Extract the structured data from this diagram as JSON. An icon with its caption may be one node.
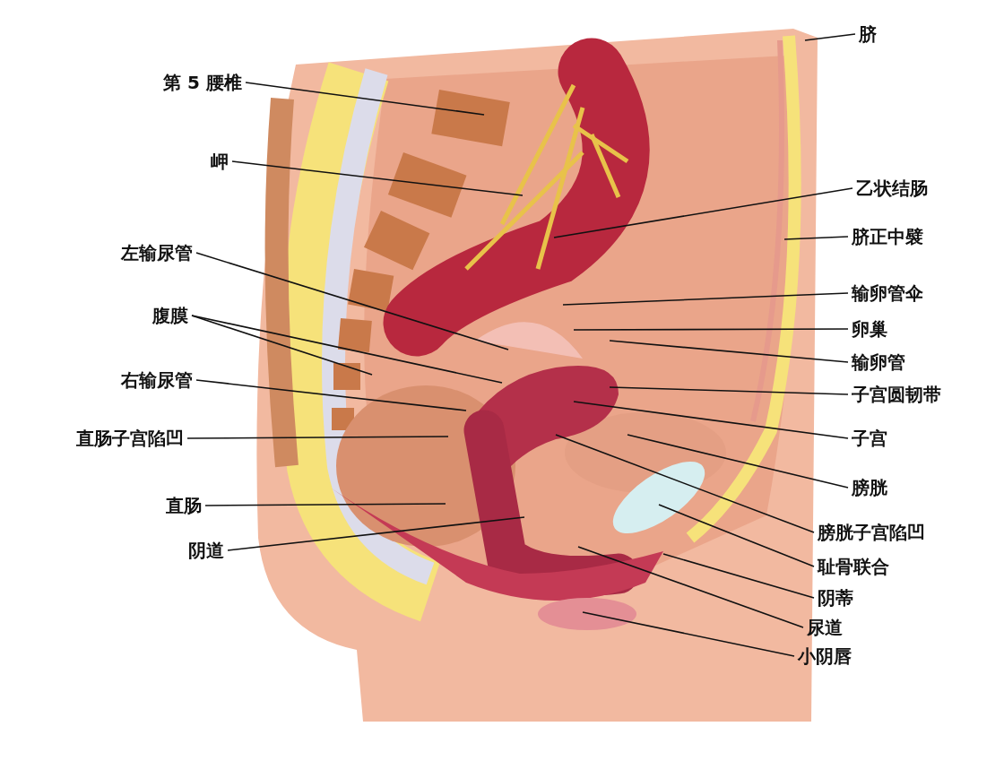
{
  "diagram": {
    "nodes": [
      {
        "text": [
          "第 5 腰椎"
        ]
      },
      {
        "text": [
          "岬"
        ]
      },
      {
        "text": [
          "左输尿管"
        ]
      },
      {
        "text": [
          "腹膜"
        ]
      },
      {
        "text": [
          "右输尿管"
        ]
      },
      {
        "text": [
          "直肠子宫陷凹"
        ]
      },
      {
        "text": [
          "直肠"
        ]
      },
      {
        "text": [
          "阴道"
        ]
      },
      {
        "text": [
          "脐"
        ]
      },
      {
        "text": [
          "乙状结肠"
        ]
      },
      {
        "text": [
          "脐正中襞"
        ]
      },
      {
        "text": [
          "输卵管伞"
        ]
      },
      {
        "text": [
          "卵巢"
        ]
      },
      {
        "text": [
          "输卵管"
        ]
      },
      {
        "text": [
          "子宫圆韧带"
        ]
      },
      {
        "text": [
          "子宫"
        ]
      },
      {
        "text": [
          "膀胱"
        ]
      },
      {
        "text": [
          "膀胱子宫陷凹"
        ]
      },
      {
        "text": [
          "耻骨联合"
        ]
      },
      {
        "text": [
          "阴蒂"
        ]
      },
      {
        "text": [
          "尿道"
        ]
      },
      {
        "text": [
          "小阴唇"
        ]
      }
    ],
    "edges": [
      {
        "from": 0,
        "to": null,
        "arrow": "none"
      },
      {
        "from": 1,
        "to": null,
        "arrow": "none"
      },
      {
        "from": 2,
        "to": null,
        "arrow": "none"
      },
      {
        "from": 3,
        "to": null,
        "arrow": "none"
      },
      {
        "from": 3,
        "to": null,
        "arrow": "none"
      },
      {
        "from": 4,
        "to": null,
        "arrow": "none"
      },
      {
        "from": 5,
        "to": null,
        "arrow": "none"
      },
      {
        "from": 6,
        "to": null,
        "arrow": "none"
      },
      {
        "from": 7,
        "to": null,
        "arrow": "none"
      },
      {
        "from": 8,
        "to": null,
        "arrow": "none"
      },
      {
        "from": 9,
        "to": null,
        "arrow": "none"
      },
      {
        "from": 10,
        "to": null,
        "arrow": "none"
      },
      {
        "from": 11,
        "to": null,
        "arrow": "none"
      },
      {
        "from": 12,
        "to": null,
        "arrow": "none"
      },
      {
        "from": 13,
        "to": null,
        "arrow": "none"
      },
      {
        "from": 14,
        "to": null,
        "arrow": "none"
      },
      {
        "from": 15,
        "to": null,
        "arrow": "none"
      },
      {
        "from": 16,
        "to": null,
        "arrow": "none"
      },
      {
        "from": 17,
        "to": null,
        "arrow": "none"
      },
      {
        "from": 18,
        "to": null,
        "arrow": "none"
      },
      {
        "from": 19,
        "to": null,
        "arrow": "none"
      },
      {
        "from": 20,
        "to": null,
        "arrow": "none"
      },
      {
        "from": 21,
        "to": null,
        "arrow": "none"
      }
    ]
  }
}
